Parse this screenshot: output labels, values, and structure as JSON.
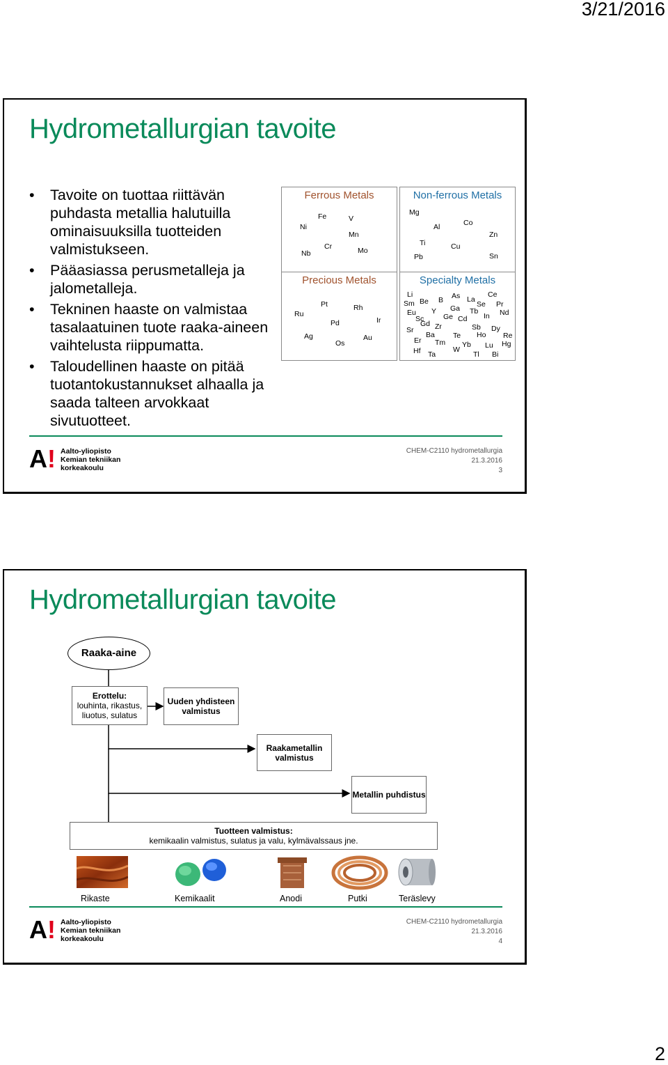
{
  "print_date": "3/21/2016",
  "page_number": "2",
  "slide1": {
    "title": "Hydrometallurgian tavoite",
    "bullets": [
      "Tavoite on tuottaa riittävän puhdasta metallia halutuilla ominaisuuksilla tuotteiden valmistukseen.",
      "Pääasiassa perusmetalleja ja jalometalleja.",
      "Tekninen haaste on valmistaa tasalaatuinen tuote raaka-aineen vaihtelusta riippumatta.",
      "Taloudellinen haaste on pitää tuotantokustannukset alhaalla ja saada talteen arvokkaat sivutuotteet."
    ],
    "metal_groups": {
      "ferrous": {
        "title": "Ferrous Metals",
        "color": "#a0522d",
        "elements": [
          "Fe",
          "V",
          "Ni",
          "Mn",
          "Cr",
          "Mo",
          "Nb"
        ]
      },
      "nonferrous": {
        "title": "Non-ferrous Metals",
        "color": "#1f6fa5",
        "elements": [
          "Mg",
          "Co",
          "Al",
          "Zn",
          "Ti",
          "Cu",
          "Pb",
          "Sn"
        ]
      },
      "precious": {
        "title": "Precious Metals",
        "color": "#a0522d",
        "elements": [
          "Pt",
          "Rh",
          "Ru",
          "Ir",
          "Pd",
          "Ag",
          "Au",
          "Os"
        ]
      },
      "specialty": {
        "title": "Specialty Metals",
        "color": "#1f6fa5",
        "elements": [
          "Ce",
          "Li",
          "As",
          "B",
          "La",
          "Sm",
          "Be",
          "Se",
          "Pr",
          "Ga",
          "Eu",
          "Y",
          "Tb",
          "Nd",
          "Ge",
          "Sc",
          "Cd",
          "In",
          "Gd",
          "Zr",
          "Sb",
          "Sr",
          "Dy",
          "Ba",
          "Te",
          "Ho",
          "Re",
          "Er",
          "Tm",
          "Yb",
          "Lu",
          "Hg",
          "W",
          "Hf",
          "Ta",
          "Tl",
          "Bi"
        ]
      }
    },
    "logo": {
      "line1": "Aalto-yliopisto",
      "line2": "Kemian tekniikan",
      "line3": "korkeakoulu"
    },
    "footer": {
      "course": "CHEM-C2110 hydrometallurgia",
      "date": "21.3.2016",
      "number": "3"
    }
  },
  "slide2": {
    "title": "Hydrometallurgian tavoite",
    "flow": {
      "raw": "Raaka-aine",
      "separation_title": "Erottelu:",
      "separation_body": "louhinta, rikastus, liuotus, sulatus",
      "compound": "Uuden yhdisteen valmistus",
      "raw_metal": "Raakametallin valmistus",
      "refining": "Metallin puhdistus",
      "product_title": "Tuotteen valmistus:",
      "product_body": "kemikaalin valmistus, sulatus ja valu, kylmävalssaus jne."
    },
    "products": [
      "Rikaste",
      "Kemikaalit",
      "Anodi",
      "Putki",
      "Teräslevy"
    ],
    "logo": {
      "line1": "Aalto-yliopisto",
      "line2": "Kemian tekniikan",
      "line3": "korkeakoulu"
    },
    "footer": {
      "course": "CHEM-C2110 hydrometallurgia",
      "date": "21.3.2016",
      "number": "4"
    }
  }
}
